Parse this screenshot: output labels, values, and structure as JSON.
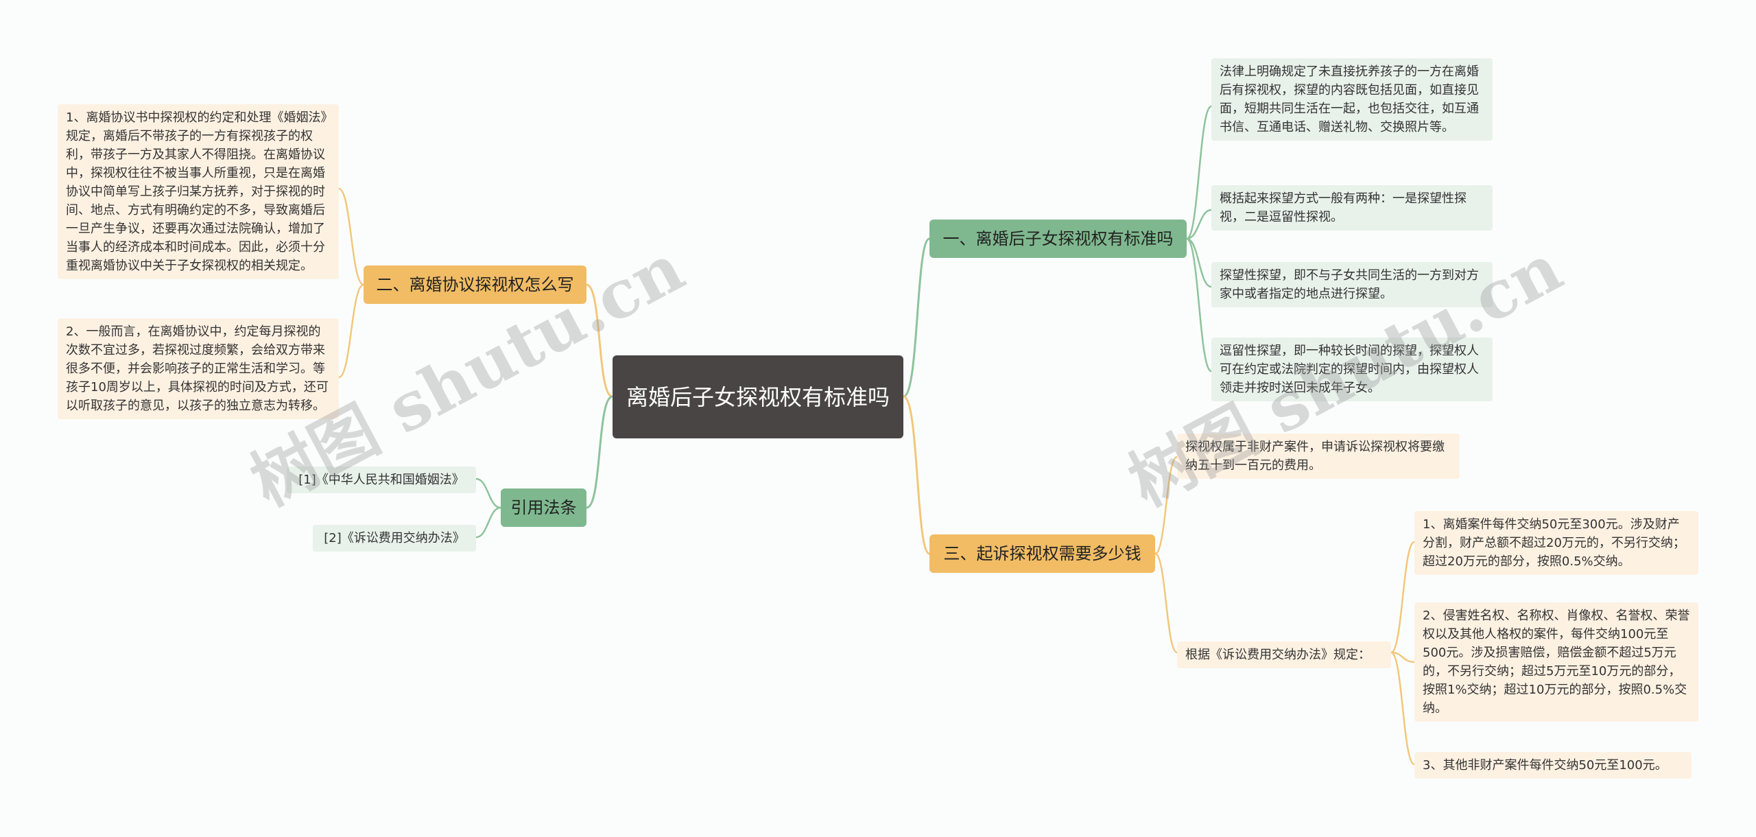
{
  "root": "离婚后子女探视权有标准吗",
  "branches": {
    "b1": {
      "label": "一、离婚后子女探视权有标准吗",
      "leaves": [
        "法律上明确规定了未直接抚养孩子的一方在离婚后有探视权，探望的内容既包括见面，如直接见面，短期共同生活在一起，也包括交往，如互通书信、互通电话、赠送礼物、交换照片等。",
        "概括起来探望方式一般有两种：一是探望性探视，二是逗留性探视。",
        "探望性探望，即不与子女共同生活的一方到对方家中或者指定的地点进行探望。",
        "逗留性探望，即一种较长时间的探望，探望权人可在约定或法院判定的探望时间内，由探望权人领走并按时送回未成年子女。"
      ]
    },
    "b2": {
      "label": "二、离婚协议探视权怎么写",
      "leaves": [
        "1、离婚协议书中探视权的约定和处理《婚姻法》规定，离婚后不带孩子的一方有探视孩子的权利，带孩子一方及其家人不得阻挠。在离婚协议中，探视权往往不被当事人所重视，只是在离婚协议中简单写上孩子归某方抚养，对于探视的时间、地点、方式有明确约定的不多，导致离婚后一旦产生争议，还要再次通过法院确认，增加了当事人的经济成本和时间成本。因此，必须十分重视离婚协议中关于子女探视权的相关规定。",
        "2、一般而言，在离婚协议中，约定每月探视的次数不宜过多，若探视过度频繁，会给双方带来很多不便，并会影响孩子的正常生活和学习。等孩子10周岁以上，具体探视的时间及方式，还可以听取孩子的意见，以孩子的独立意志为转移。"
      ]
    },
    "b3": {
      "label": "三、起诉探视权需要多少钱",
      "leaves": [
        "探视权属于非财产案件，申请诉讼探视权将要缴纳五十到一百元的费用。",
        "根据《诉讼费用交纳办法》规定："
      ],
      "subleaves": [
        "1、离婚案件每件交纳50元至300元。涉及财产分割，财产总额不超过20万元的，不另行交纳；超过20万元的部分，按照0.5%交纳。",
        "2、侵害姓名权、名称权、肖像权、名誉权、荣誉权以及其他人格权的案件，每件交纳100元至500元。涉及损害赔偿，赔偿金额不超过5万元的，不另行交纳；超过5万元至10万元的部分，按照1%交纳；超过10万元的部分，按照0.5%交纳。",
        "3、其他非财产案件每件交纳50元至100元。"
      ]
    },
    "b4": {
      "label": "引用法条",
      "leaves": [
        "[1]《中华人民共和国婚姻法》",
        "[2]《诉讼费用交纳办法》"
      ]
    }
  },
  "watermarks": [
    "树图 shutu.cn",
    "树图 shutu.cn"
  ],
  "colors": {
    "green_branch": "#7fb88f",
    "orange_branch": "#f1bc64",
    "green_line": "#8dc39b",
    "orange_line": "#f2c77b",
    "root_bg": "#4a4545"
  }
}
